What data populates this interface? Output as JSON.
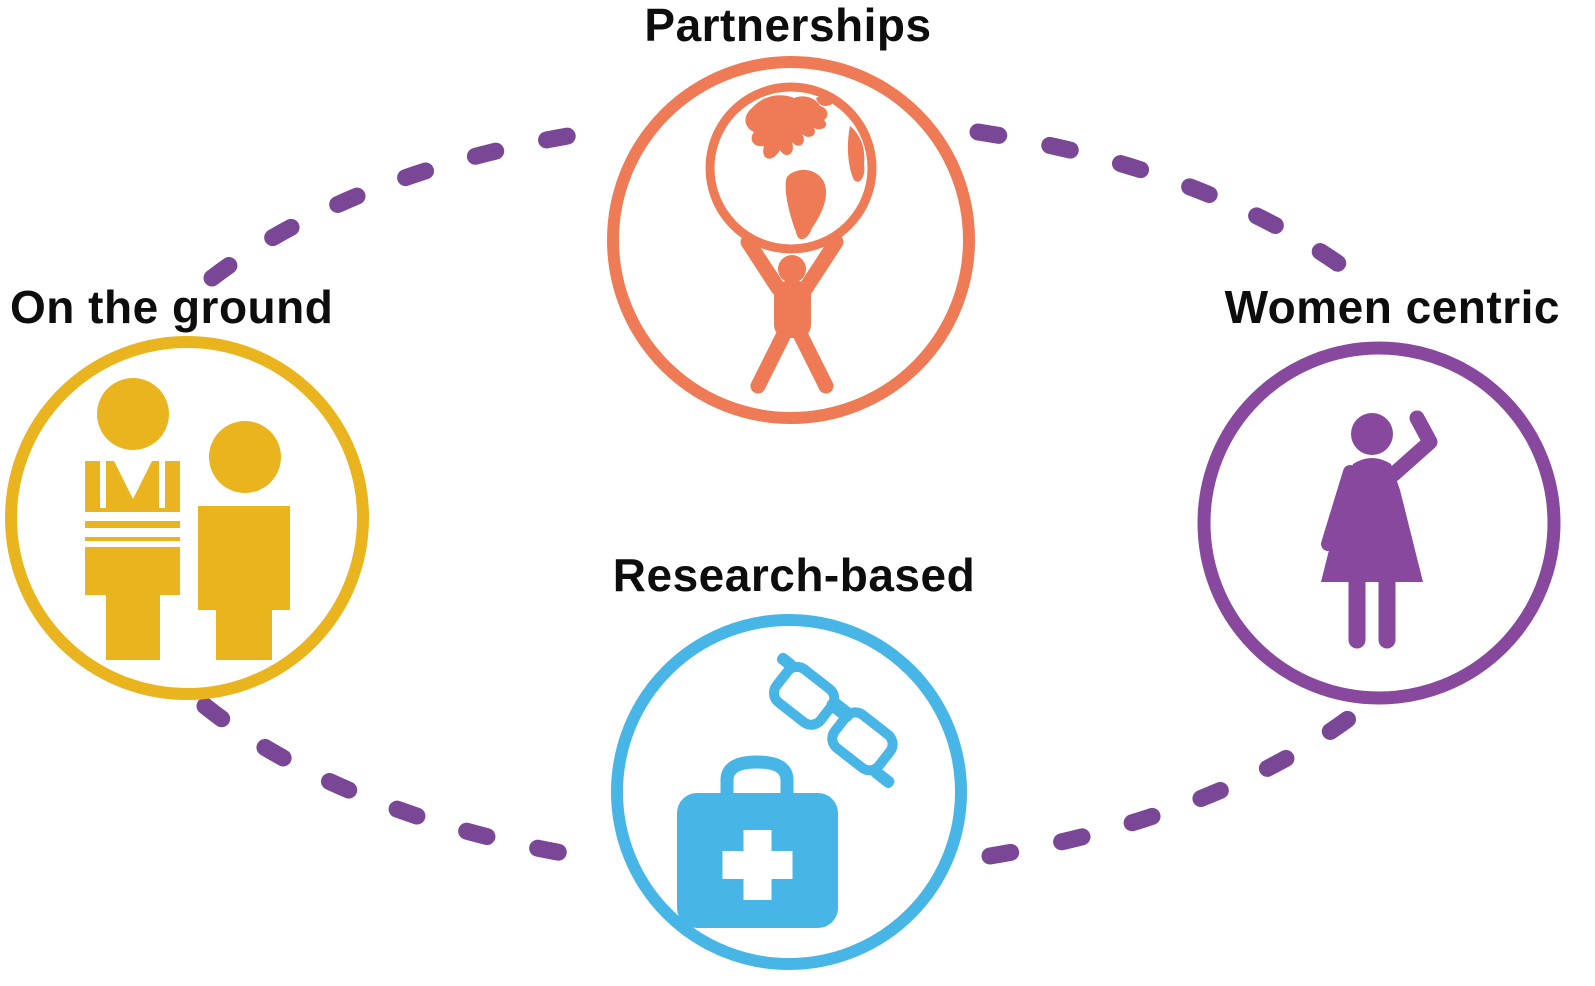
{
  "diagram": {
    "background_color": "#FFFFFF",
    "label_color": "#0D0D0D",
    "connector": {
      "style": "dashed",
      "shape": "elliptical-arcs",
      "color": "#7A4696"
    },
    "nodes": [
      {
        "id": "partnerships",
        "label": "Partnerships",
        "position": "top",
        "color": "#EE7B55",
        "icon": "person-holding-globe-icon"
      },
      {
        "id": "on_the_ground",
        "label": "On the ground",
        "position": "left",
        "color": "#E9B41E",
        "icon": "field-workers-icon"
      },
      {
        "id": "women_centric",
        "label": "Women centric",
        "position": "right",
        "color": "#87489E",
        "icon": "woman-waving-icon"
      },
      {
        "id": "research_based",
        "label": "Research-based",
        "position": "bottom",
        "color": "#47B6E6",
        "icon": "first-aid-kit-and-glasses-icon"
      }
    ]
  }
}
